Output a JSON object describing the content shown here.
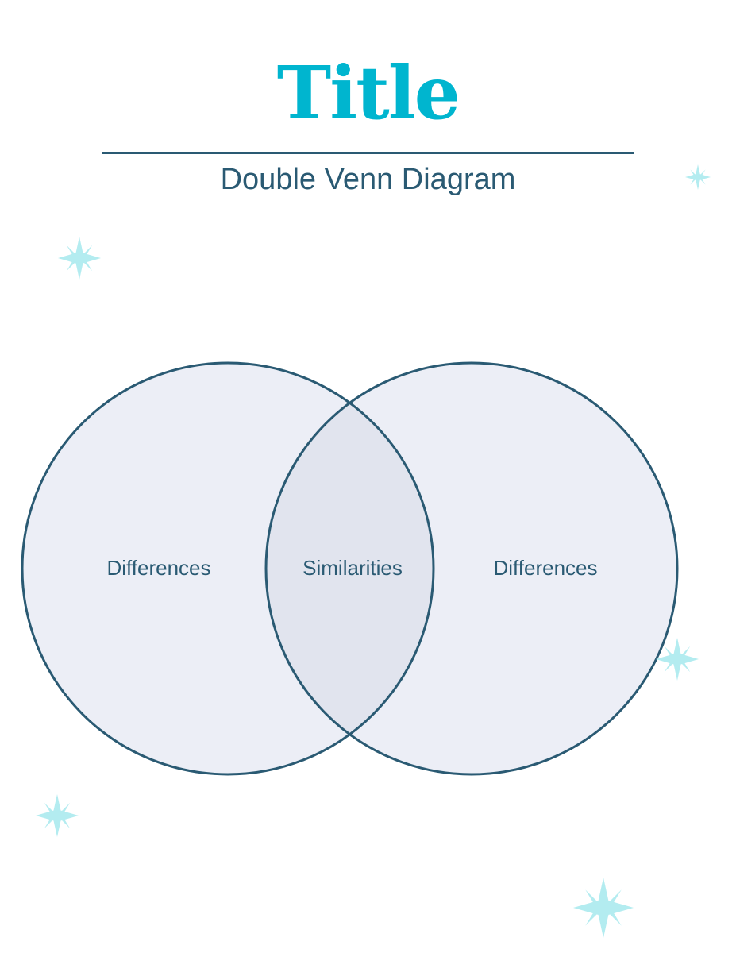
{
  "header": {
    "title": "Title",
    "subtitle": "Double Venn Diagram"
  },
  "venn": {
    "left_label": "Differences",
    "center_label": "Similarities",
    "right_label": "Differences"
  },
  "colors": {
    "accent": "#00b5cf",
    "stroke": "#2a5a73",
    "fill": "#eceef6",
    "overlap": "#e1e4ee",
    "star": "#b3ecf0"
  },
  "decorations": {
    "icon": "sparkle-star-icon"
  }
}
